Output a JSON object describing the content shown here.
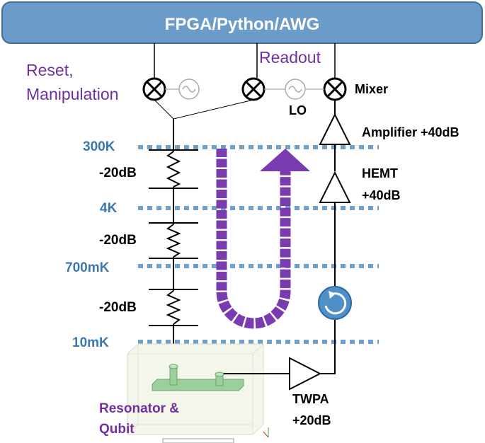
{
  "header": {
    "title": "FPGA/Python/AWG"
  },
  "labels": {
    "reset": "Reset,",
    "manipulation": "Manipulation",
    "readout": "Readout",
    "mixer": "Mixer",
    "lo": "LO",
    "amplifier": "Amplifier +40dB",
    "hemt_line1": "HEMT",
    "hemt_line2": "+40dB",
    "twpa_line1": "TWPA",
    "twpa_line2": "+20dB",
    "resonator_line1": "Resonator &",
    "resonator_line2": "Qubit"
  },
  "stages": [
    {
      "label": "300K"
    },
    {
      "label": "4K"
    },
    {
      "label": "700mK"
    },
    {
      "label": "10mK"
    }
  ],
  "attenuators": [
    {
      "label": "-20dB"
    },
    {
      "label": "-20dB"
    },
    {
      "label": "-20dB"
    }
  ],
  "colors": {
    "header_fill": "#6b9bc8",
    "header_stroke": "#3f6f9a",
    "stage_text": "#3b78b0",
    "stage_dots": "#6f9fcb",
    "purple": "#7030a0",
    "arrow_fill": "#7b3bb0",
    "circulator_fill": "#4f90c8"
  }
}
